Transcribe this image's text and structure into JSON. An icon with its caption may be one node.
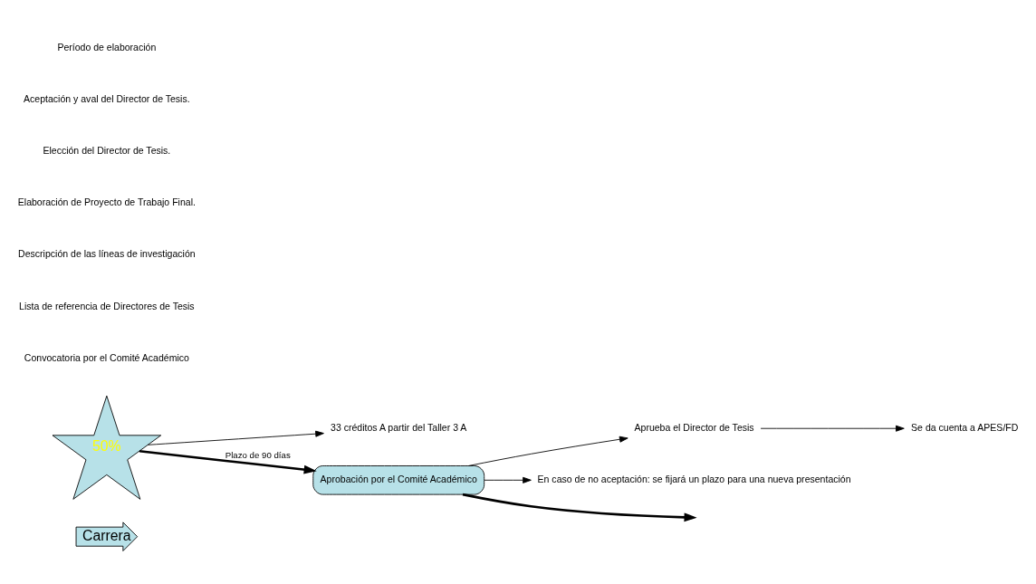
{
  "diagram": {
    "nodes": [
      {
        "text": [
          "Carrera"
        ]
      },
      {
        "text": [
          "50%"
        ]
      },
      {
        "text": [
          "33 créditos A partir del Taller 3 A"
        ]
      },
      {
        "text": [
          "Aprobación por el Comité Académico"
        ]
      },
      {
        "text": [
          "Aprueba el Director de Tesis"
        ]
      },
      {
        "text": [
          "Se da cuenta a APES/FD"
        ]
      },
      {
        "text": [
          "En caso de no aceptación: se fijará un plazo para una nueva presentación"
        ]
      }
    ],
    "edges": [
      {
        "from": 1,
        "to": 2,
        "arrow": "to"
      },
      {
        "from": 1,
        "to": 3,
        "arrow": "to",
        "label": "Plazo de 90 días",
        "style": "thick"
      },
      {
        "from": 3,
        "to": 4,
        "arrow": "to"
      },
      {
        "from": 4,
        "to": 5,
        "arrow": "to"
      },
      {
        "from": 3,
        "to": 6,
        "arrow": "to"
      },
      {
        "from": 3,
        "to": null,
        "arrow": "to",
        "style": "thick"
      }
    ],
    "labels": [
      "Convocatoria por el Comité Académico",
      "Lista de referencia de Directores de Tesis",
      "Descripción de las líneas de investigación",
      "Elaboración de Proyecto de Trabajo Final.",
      "Elección del Director de Tesis.",
      "Aceptación y aval del Director de Tesis.",
      "Período de elaboración"
    ]
  }
}
